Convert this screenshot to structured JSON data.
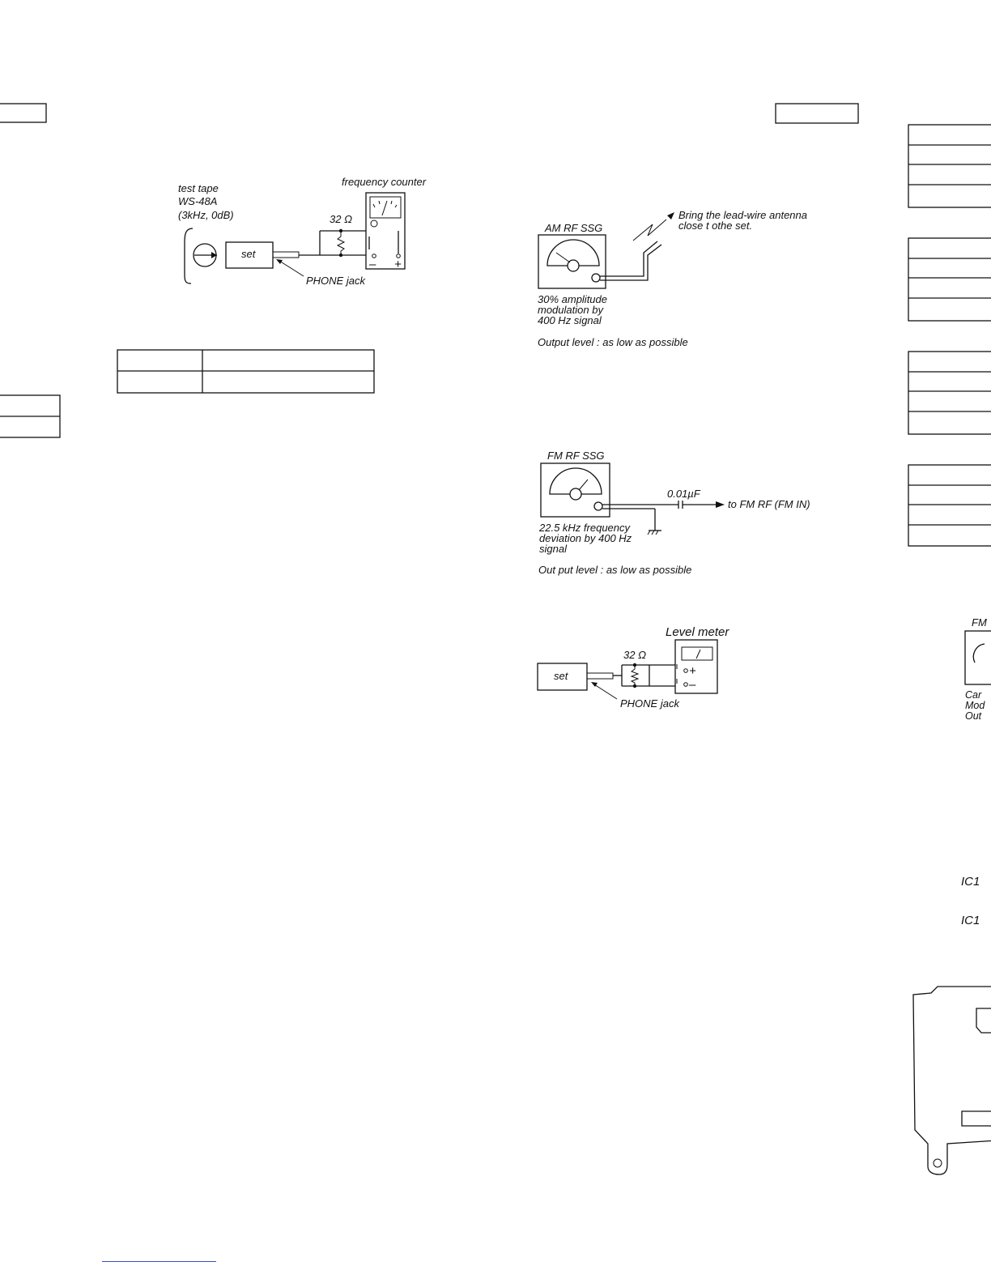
{
  "fig_frequency": {
    "tape_line1": "test tape",
    "tape_line2": "WS-48A",
    "tape_line3": "(3kHz, 0dB)",
    "counter_label": "frequency counter",
    "resistor": "32 Ω",
    "set_label": "set",
    "jack_label": "PHONE  jack",
    "minus": "–",
    "plus": "+"
  },
  "fig_am": {
    "ssg_label": "AM RF SSG",
    "antenna_line1": "Bring the lead-wire antenna",
    "antenna_line2": "close t othe set.",
    "mod_line1": "30% amplitude",
    "mod_line2": "modulation by",
    "mod_line3": "400 Hz signal",
    "output": "Output level : as low as possible"
  },
  "fig_fm": {
    "ssg_label": "FM RF SSG",
    "capacitor": "0.01µF",
    "target": "to FM RF (FM IN)",
    "dev_line1": "22.5 kHz frequency",
    "dev_line2": "deviation by 400 Hz",
    "dev_line3": "signal",
    "output": "Out put level : as low as possible"
  },
  "fig_level": {
    "meter_label": "Level meter",
    "resistor": "32 Ω",
    "set_label": "set",
    "jack_label": "PHONE jack",
    "plus": "+",
    "minus": "–"
  },
  "right_edge": {
    "fm_fragment": "FM",
    "lines": [
      "Car",
      "Mod",
      "Out"
    ],
    "ic_top": "IC1",
    "ic_bottom": "IC1"
  }
}
